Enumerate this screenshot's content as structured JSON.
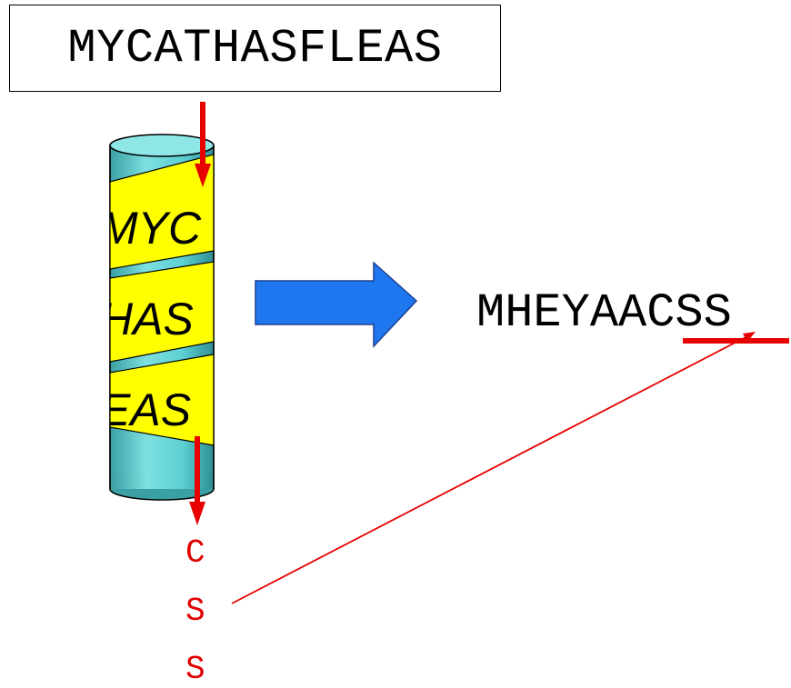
{
  "plaintext": "MYCATHASFLEAS",
  "ciphertext": "MHEYAACSS",
  "scytale_rows": [
    "MYC",
    "HAS",
    "EAS"
  ],
  "output_column": [
    "C",
    "S",
    "S"
  ],
  "colors": {
    "rod": "#6fd6d6",
    "strip": "#ffff00",
    "arrow_red": "#e60000",
    "arrow_blue": "#1f77f0"
  }
}
